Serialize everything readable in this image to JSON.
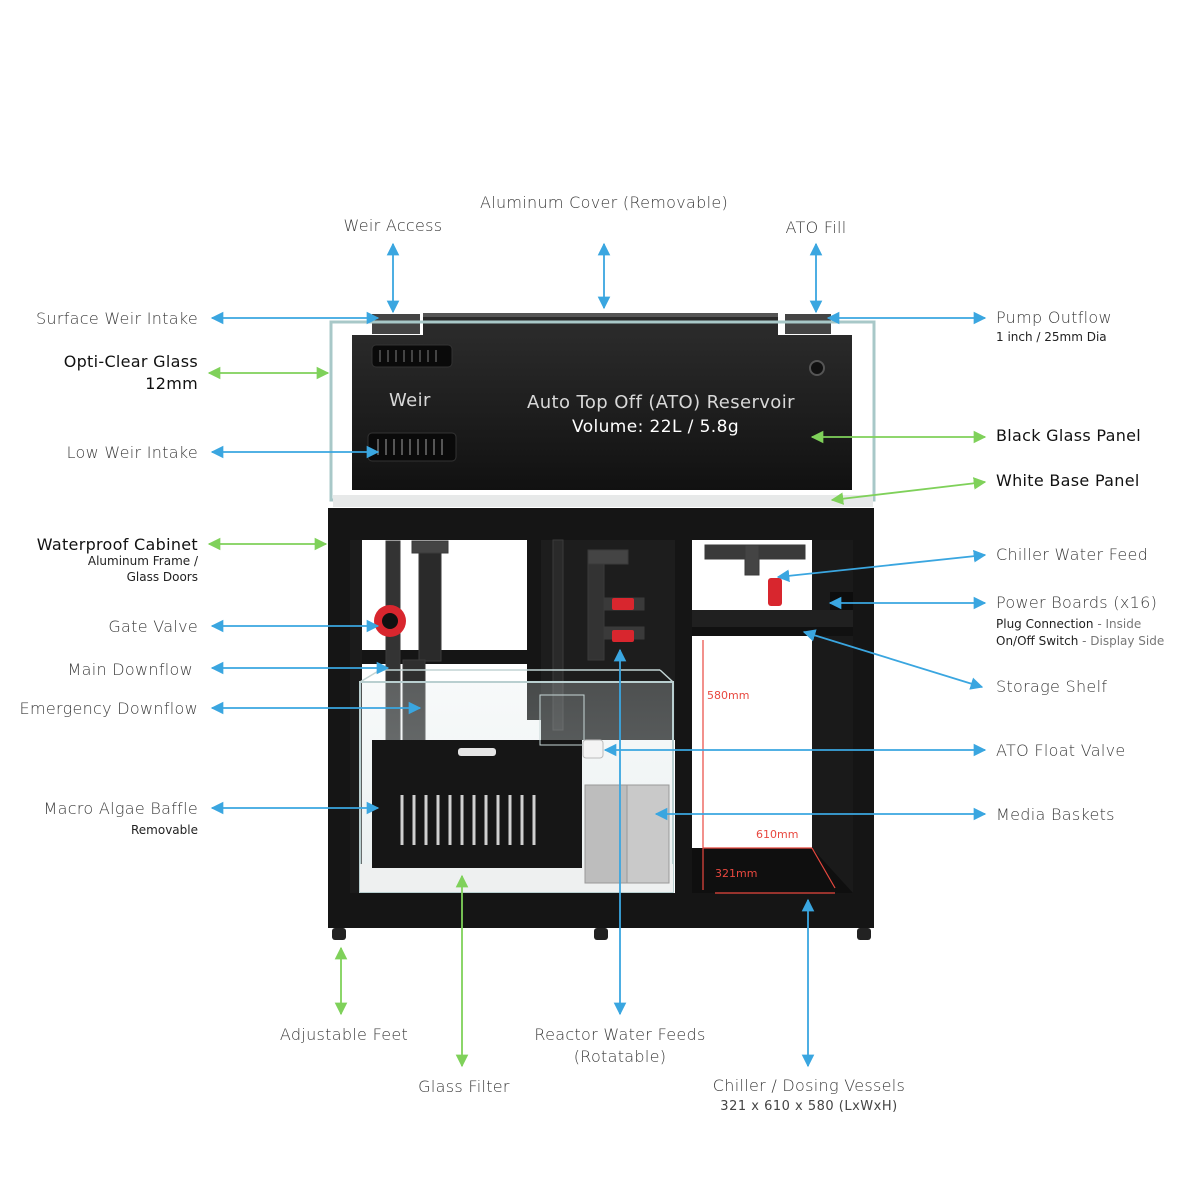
{
  "colors": {
    "blue_arrow": "#3aa6e0",
    "green_arrow": "#7fd15a",
    "cabinet": "#151515",
    "dimension": "#e8483f",
    "valve": "#d8262e"
  },
  "labels": {
    "aluminum_cover": "Aluminum Cover (Removable)",
    "weir_access": "Weir Access",
    "ato_fill": "ATO Fill",
    "surface_weir_intake": "Surface Weir Intake",
    "opti_clear_glass": "Opti-Clear Glass",
    "opti_clear_glass_2": "12mm",
    "low_weir_intake": "Low Weir Intake",
    "waterproof_cabinet": "Waterproof Cabinet",
    "waterproof_cabinet_sub1": "Aluminum Frame /",
    "waterproof_cabinet_sub2": "Glass Doors",
    "gate_valve": "Gate Valve",
    "main_downflow": "Main Downflow",
    "emergency_downflow": "Emergency Downflow",
    "macro_algae_baffle": "Macro Algae Baffle",
    "macro_algae_baffle_sub": "Removable",
    "pump_outflow": "Pump Outflow",
    "pump_outflow_sub": "1 inch / 25mm Dia",
    "black_glass_panel": "Black Glass Panel",
    "white_base_panel": "White Base Panel",
    "chiller_water_feed": "Chiller Water Feed",
    "power_boards": "Power Boards (x16)",
    "power_boards_sub1_bold": "Plug Connection",
    "power_boards_sub1_rest": " - Inside",
    "power_boards_sub2_bold": "On/Off Switch",
    "power_boards_sub2_rest": " - Display Side",
    "storage_shelf": "Storage Shelf",
    "ato_float_valve": "ATO Float Valve",
    "media_baskets": "Media Baskets",
    "adjustable_feet": "Adjustable Feet",
    "glass_filter": "Glass Filter",
    "reactor_water_feeds": "Reactor Water Feeds",
    "reactor_water_feeds_2": "(Rotatable)",
    "chiller_dosing_vessels": "Chiller / Dosing Vessels",
    "chiller_dosing_vessels_sub": "321 x 610 x 580 (LxWxH)"
  },
  "tank": {
    "weir": "Weir",
    "ato_reservoir": "Auto Top Off (ATO) Reservoir",
    "volume": "Volume: 22L / 5.8g"
  },
  "dimensions": {
    "height": "580mm",
    "width": "610mm",
    "length": "321mm"
  }
}
